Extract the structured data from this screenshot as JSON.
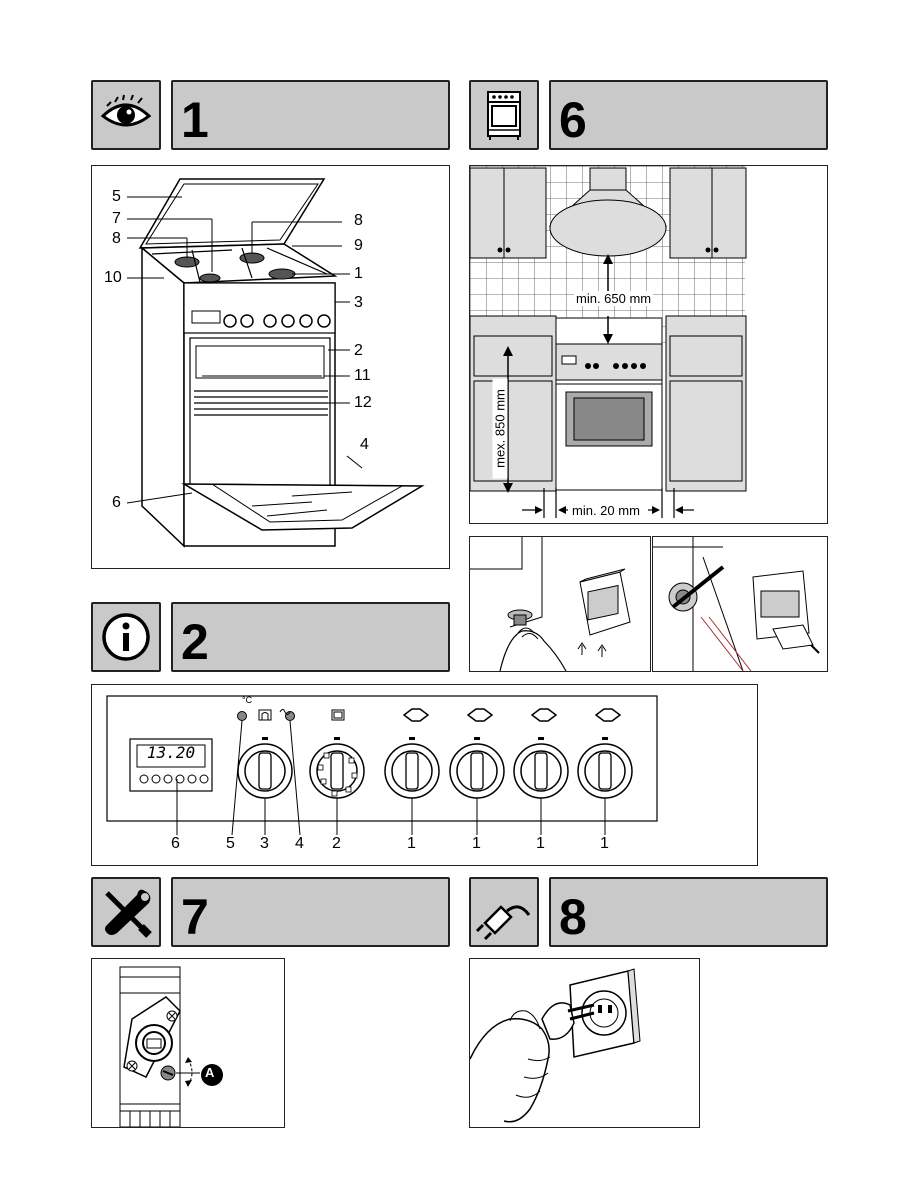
{
  "sections": [
    {
      "id": "s1",
      "number": "1",
      "icon": "eye-icon"
    },
    {
      "id": "s6",
      "number": "6",
      "icon": "cooker-icon"
    },
    {
      "id": "s2",
      "number": "2",
      "icon": "info-icon"
    },
    {
      "id": "s7",
      "number": "7",
      "icon": "tools-icon"
    },
    {
      "id": "s8",
      "number": "8",
      "icon": "plug-icon"
    }
  ],
  "fig1": {
    "labels": [
      "5",
      "7",
      "8",
      "8",
      "9",
      "10",
      "1",
      "3",
      "2",
      "11",
      "12",
      "4",
      "6"
    ]
  },
  "fig6": {
    "hood_distance": "min. 650 mm",
    "height": "mex. 850 mm",
    "side_gap": "min. 20 mm"
  },
  "fig2": {
    "display_time": "13.20",
    "thermo_label": "°C",
    "labels": [
      "6",
      "5",
      "3",
      "4",
      "2",
      "1",
      "1",
      "1",
      "1"
    ]
  },
  "fig7": {
    "callout": "A"
  }
}
